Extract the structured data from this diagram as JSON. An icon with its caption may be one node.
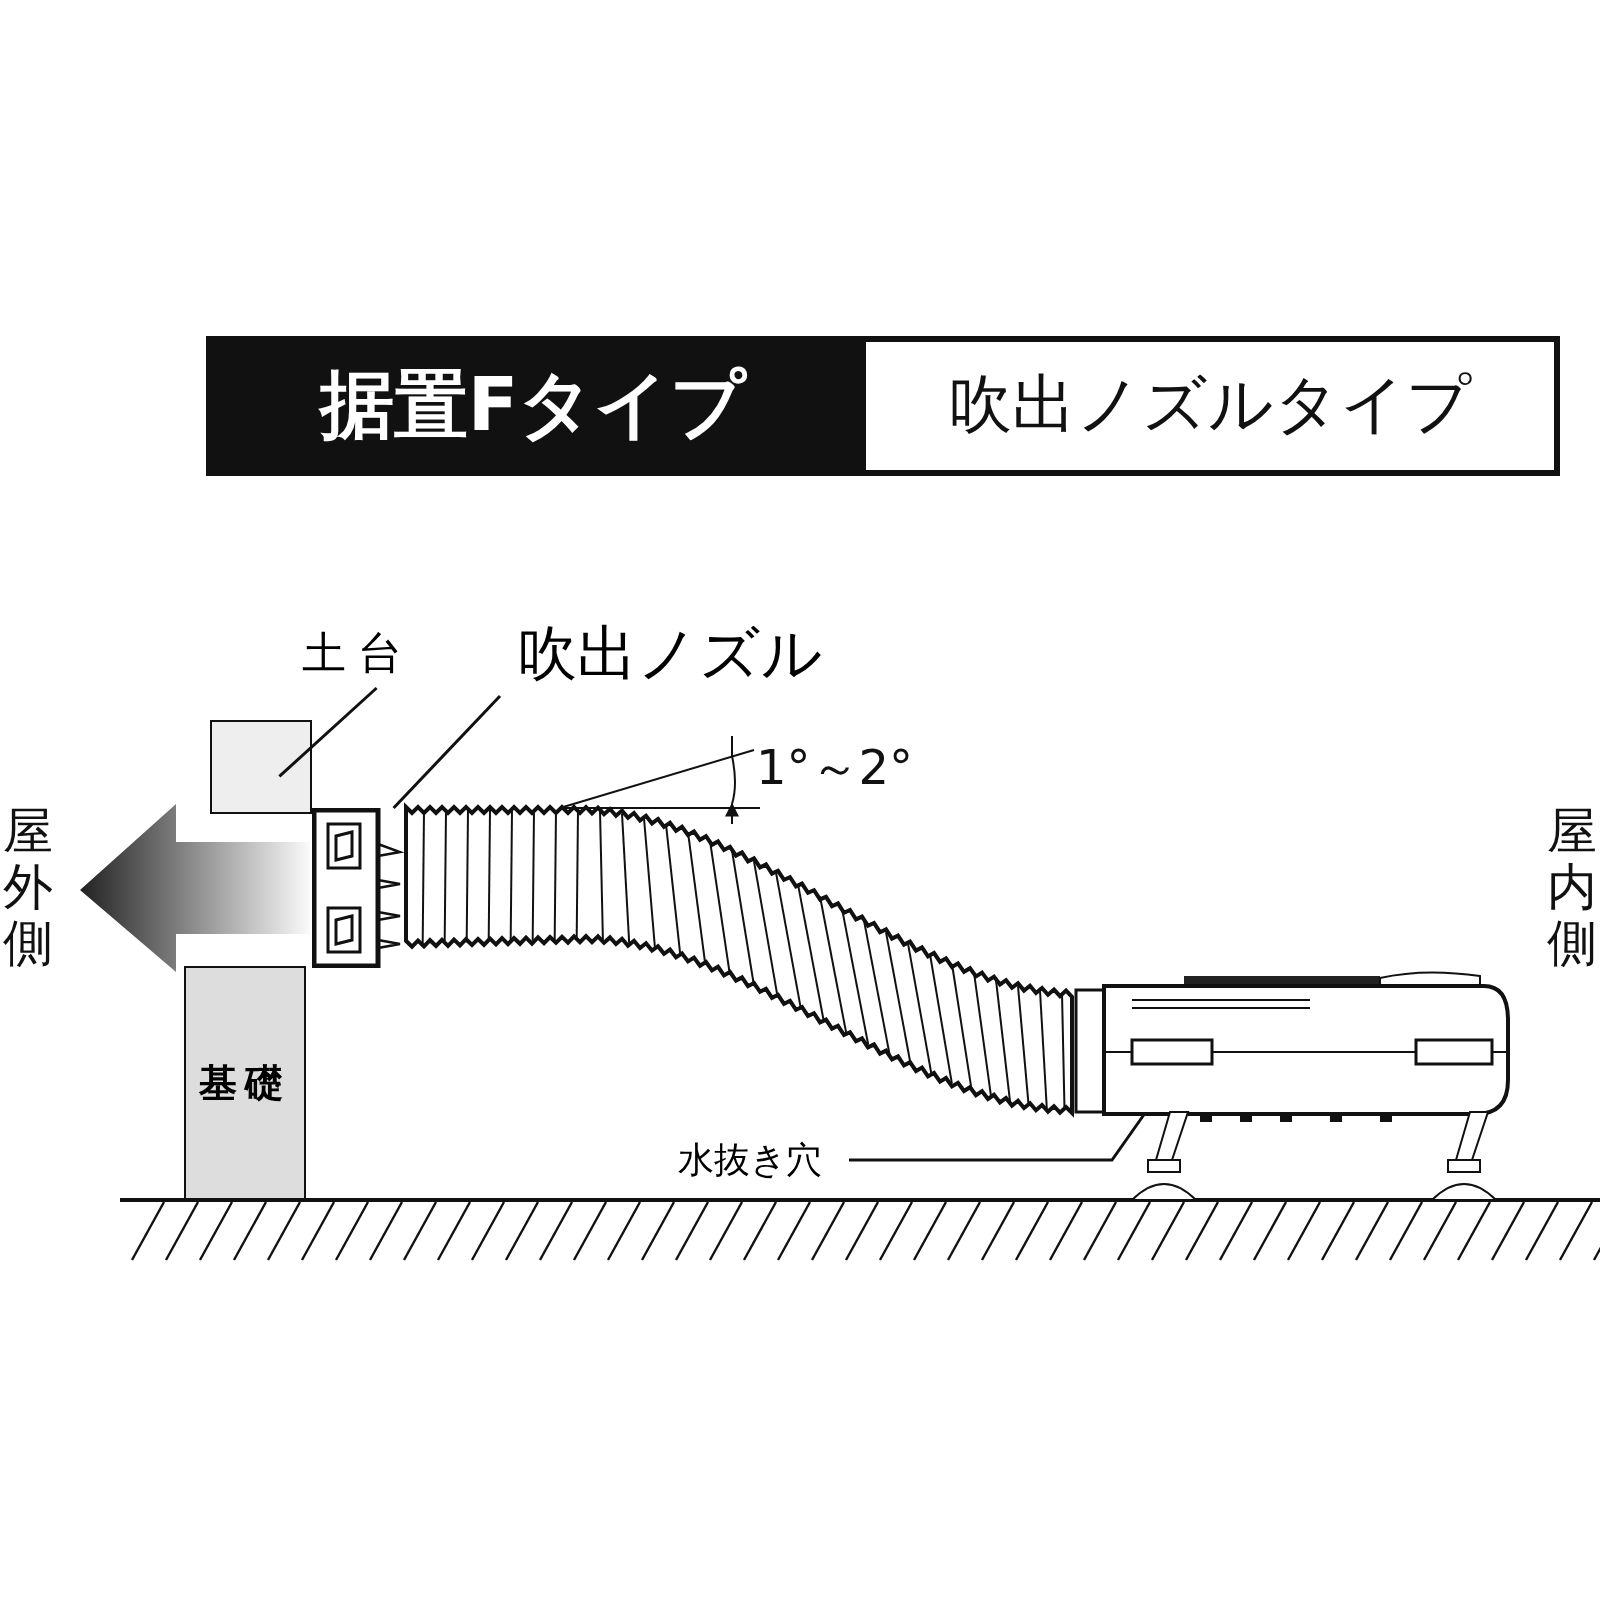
{
  "diagram": {
    "nodes": [
      {
        "text": [
          "据置Fタイプ"
        ]
      },
      {
        "text": [
          "吹出ノズルタイプ"
        ]
      },
      {
        "text": [
          "土台"
        ]
      },
      {
        "text": [],
        "shape": "box"
      },
      {
        "text": [
          "吹出ノズル"
        ]
      },
      {
        "text": [],
        "shape": "picture"
      },
      {
        "text": [
          "基礎"
        ]
      },
      {
        "text": [
          "水抜き穴"
        ]
      },
      {
        "text": [],
        "shape": "picture"
      }
    ],
    "edges": [
      {
        "from": 2,
        "to": 3,
        "arrow": "none"
      },
      {
        "from": 4,
        "to": 5,
        "arrow": "none"
      },
      {
        "from": 7,
        "to": 8,
        "arrow": "none"
      },
      {
        "from": 5,
        "to": null,
        "arrow": "to"
      }
    ],
    "labels": [
      "1°～2°",
      "屋外側",
      "屋内側"
    ]
  }
}
